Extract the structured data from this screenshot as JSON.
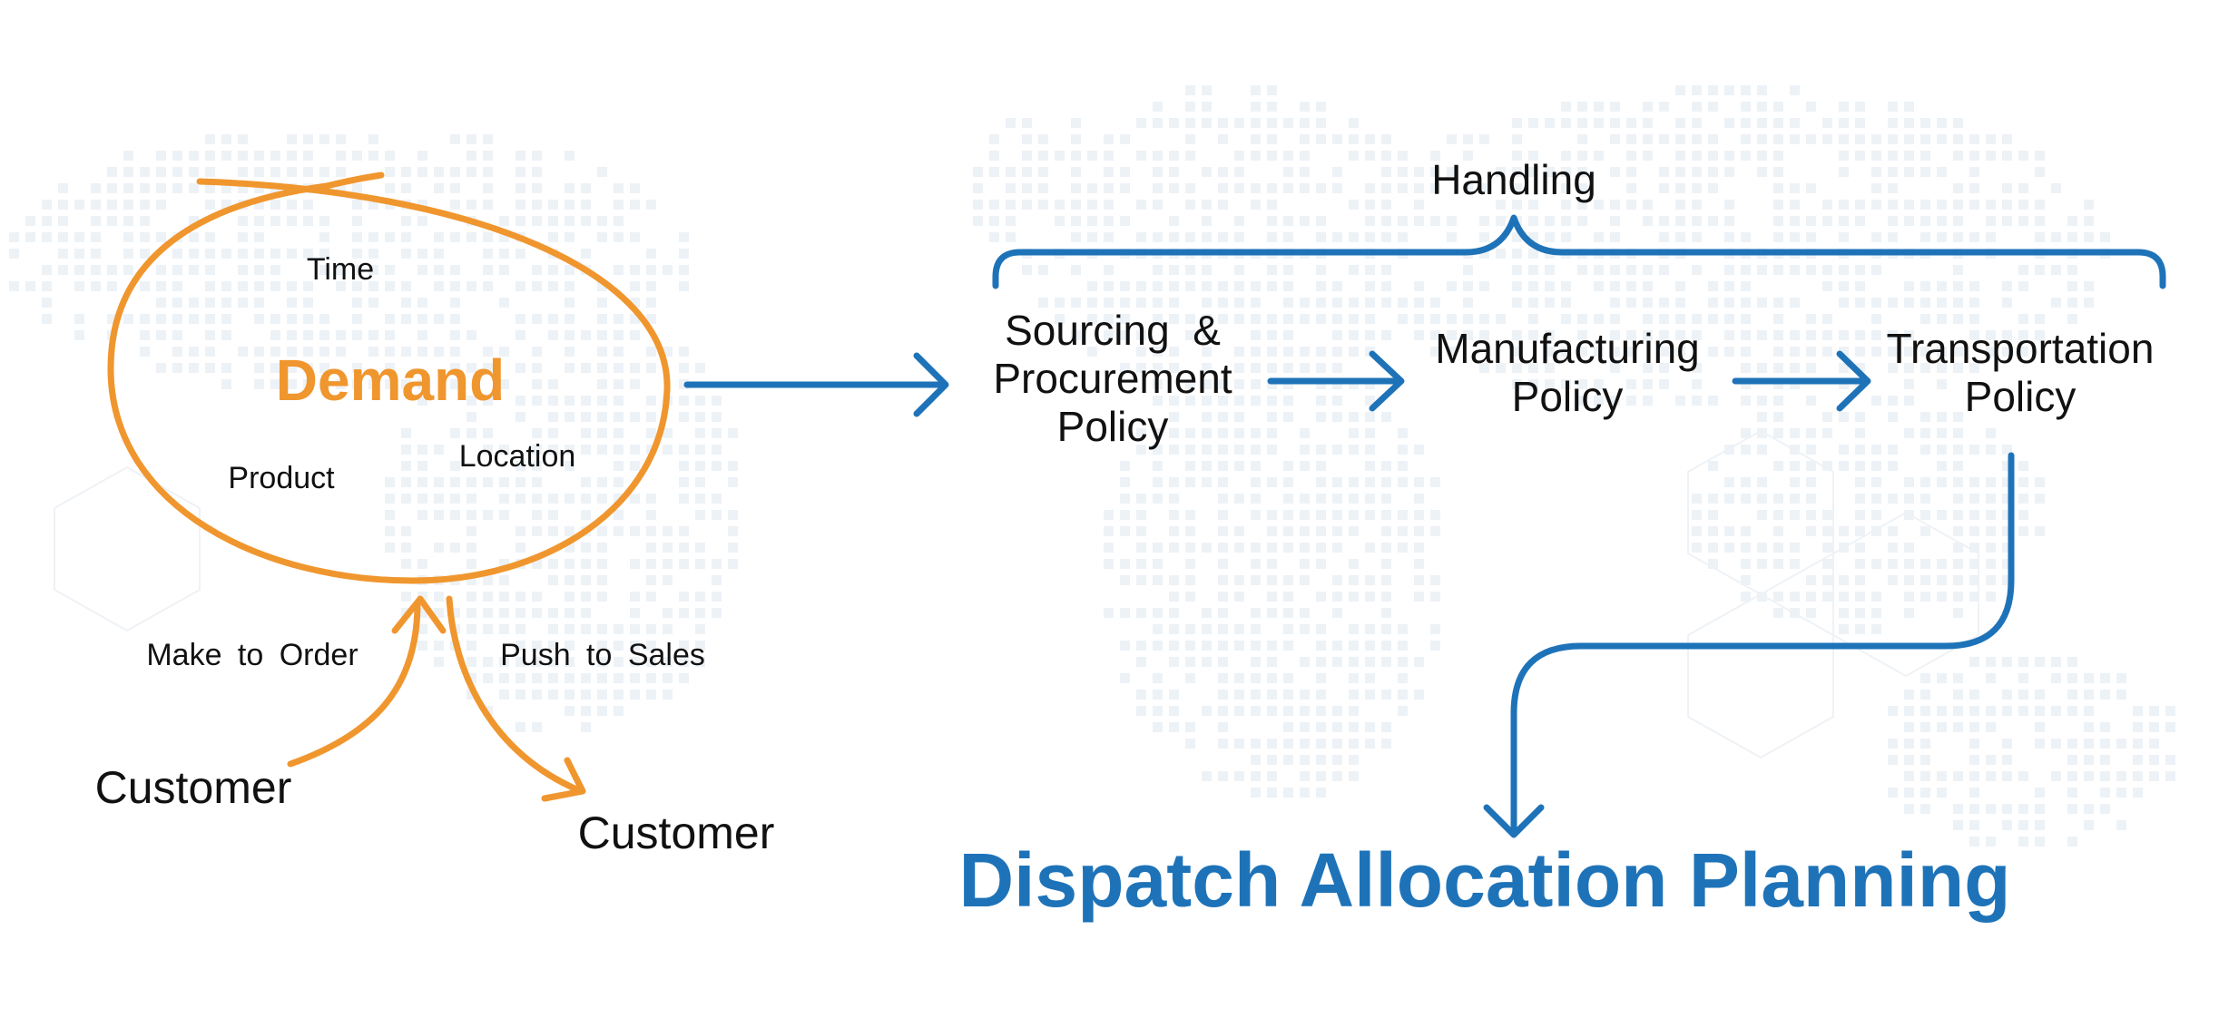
{
  "demand": {
    "title": "Demand",
    "dimensions": {
      "time": "Time",
      "product": "Product",
      "location": "Location"
    }
  },
  "flows": {
    "make_to_order": "Make to Order",
    "push_to_sales": "Push to Sales",
    "customer_in": "Customer",
    "customer_out": "Customer"
  },
  "handling": {
    "label": "Handling",
    "steps": [
      {
        "line1": "Sourcing  &",
        "line2": "Procurement",
        "line3": "Policy"
      },
      {
        "line1": "Manufacturing",
        "line2": "Policy"
      },
      {
        "line1": "Transportation",
        "line2": "Policy"
      }
    ]
  },
  "result": {
    "title": "Dispatch Allocation Planning"
  },
  "colors": {
    "orange": "#f0962e",
    "blue": "#1e73b8",
    "background_map": "#edf2f7",
    "text": "#111111"
  }
}
